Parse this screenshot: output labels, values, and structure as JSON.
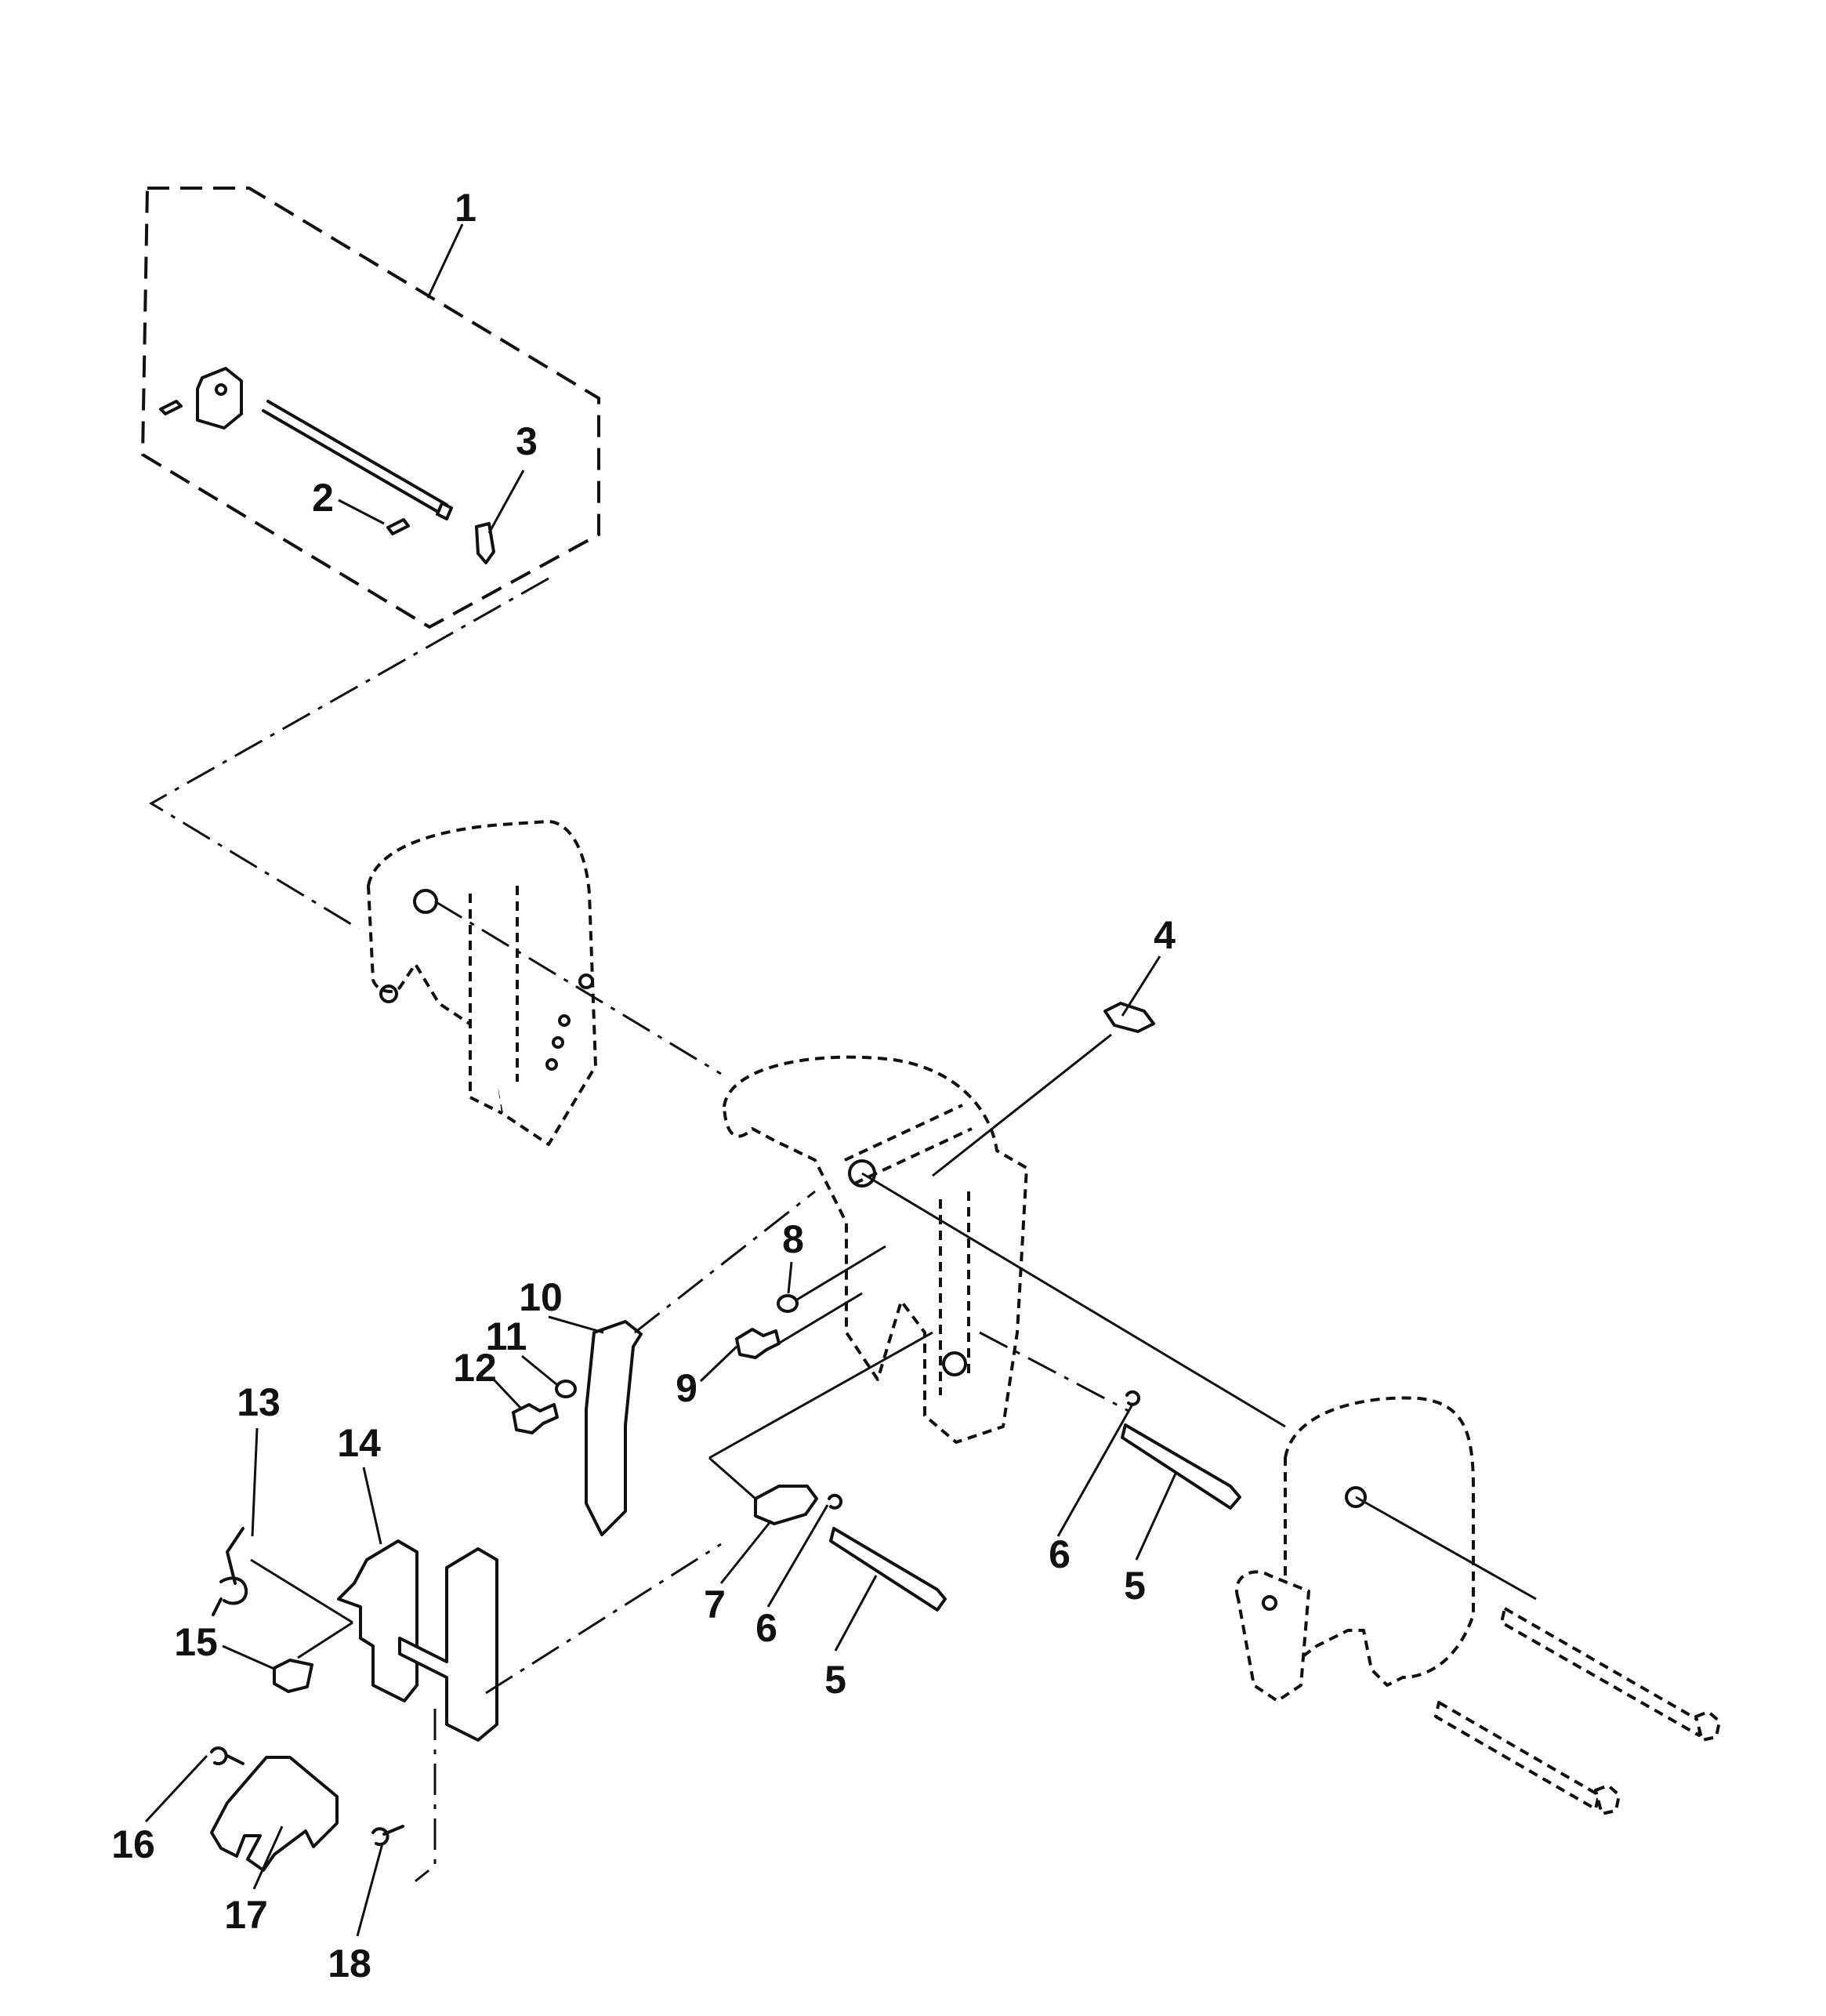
{
  "diagram": {
    "callouts": [
      "1",
      "2",
      "3",
      "4",
      "5",
      "5",
      "6",
      "6",
      "7",
      "8",
      "9",
      "10",
      "11",
      "12",
      "13",
      "14",
      "15",
      "16",
      "17",
      "18"
    ]
  },
  "colors": {
    "ink": "#111111",
    "paper": "#ffffff"
  }
}
